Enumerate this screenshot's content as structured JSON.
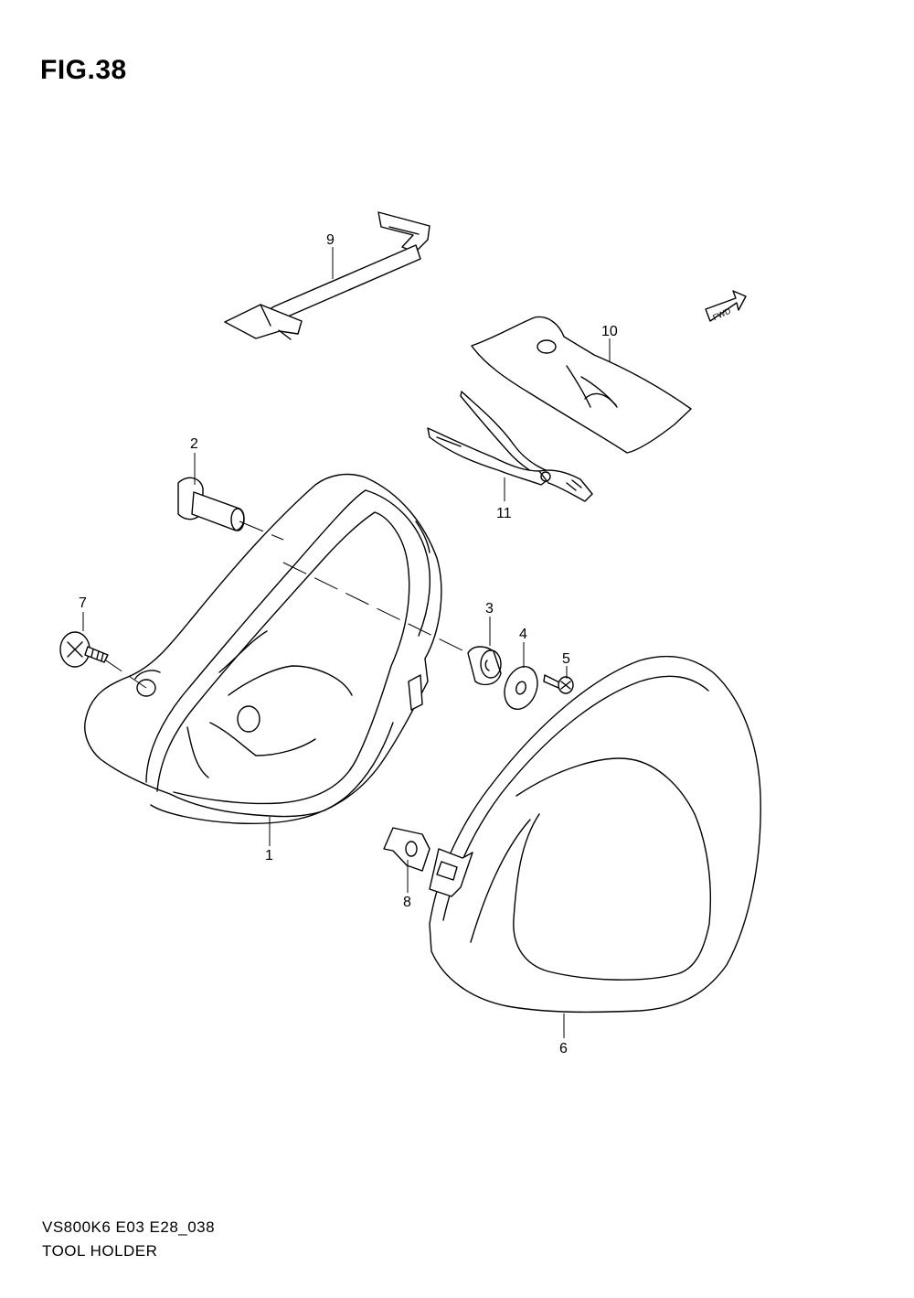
{
  "figure": {
    "title": "FIG.38",
    "model_code": "VS800K6 E03 E28_038",
    "name": "TOOL HOLDER"
  },
  "fwd_marker": "FWD",
  "callouts": [
    "1",
    "2",
    "3",
    "4",
    "5",
    "6",
    "7",
    "8",
    "9",
    "10",
    "11"
  ]
}
